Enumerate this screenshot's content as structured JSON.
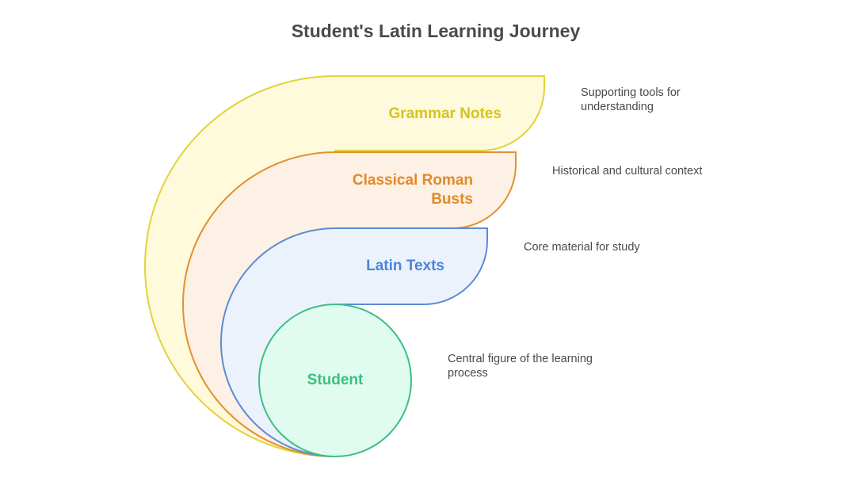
{
  "title": "Student's Latin Learning Journey",
  "layers": [
    {
      "id": "grammar",
      "label": "Grammar Notes",
      "description": "Supporting tools for understanding",
      "fill": "#fefadb",
      "stroke": "#e3d23a",
      "text_color": "#d6c41c"
    },
    {
      "id": "busts",
      "label": "Classical Roman Busts",
      "description": "Historical and cultural context",
      "fill": "#fdf0e4",
      "stroke": "#e0922e",
      "text_color": "#e08a2c"
    },
    {
      "id": "texts",
      "label": "Latin Texts",
      "description": "Core material for study",
      "fill": "#ecf2fc",
      "stroke": "#5b8bd6",
      "text_color": "#4a85d8"
    },
    {
      "id": "student",
      "label": "Student",
      "description": "Central figure of the learning process",
      "fill": "#e0fbef",
      "stroke": "#3dbf85",
      "text_color": "#3cbf7f"
    }
  ]
}
